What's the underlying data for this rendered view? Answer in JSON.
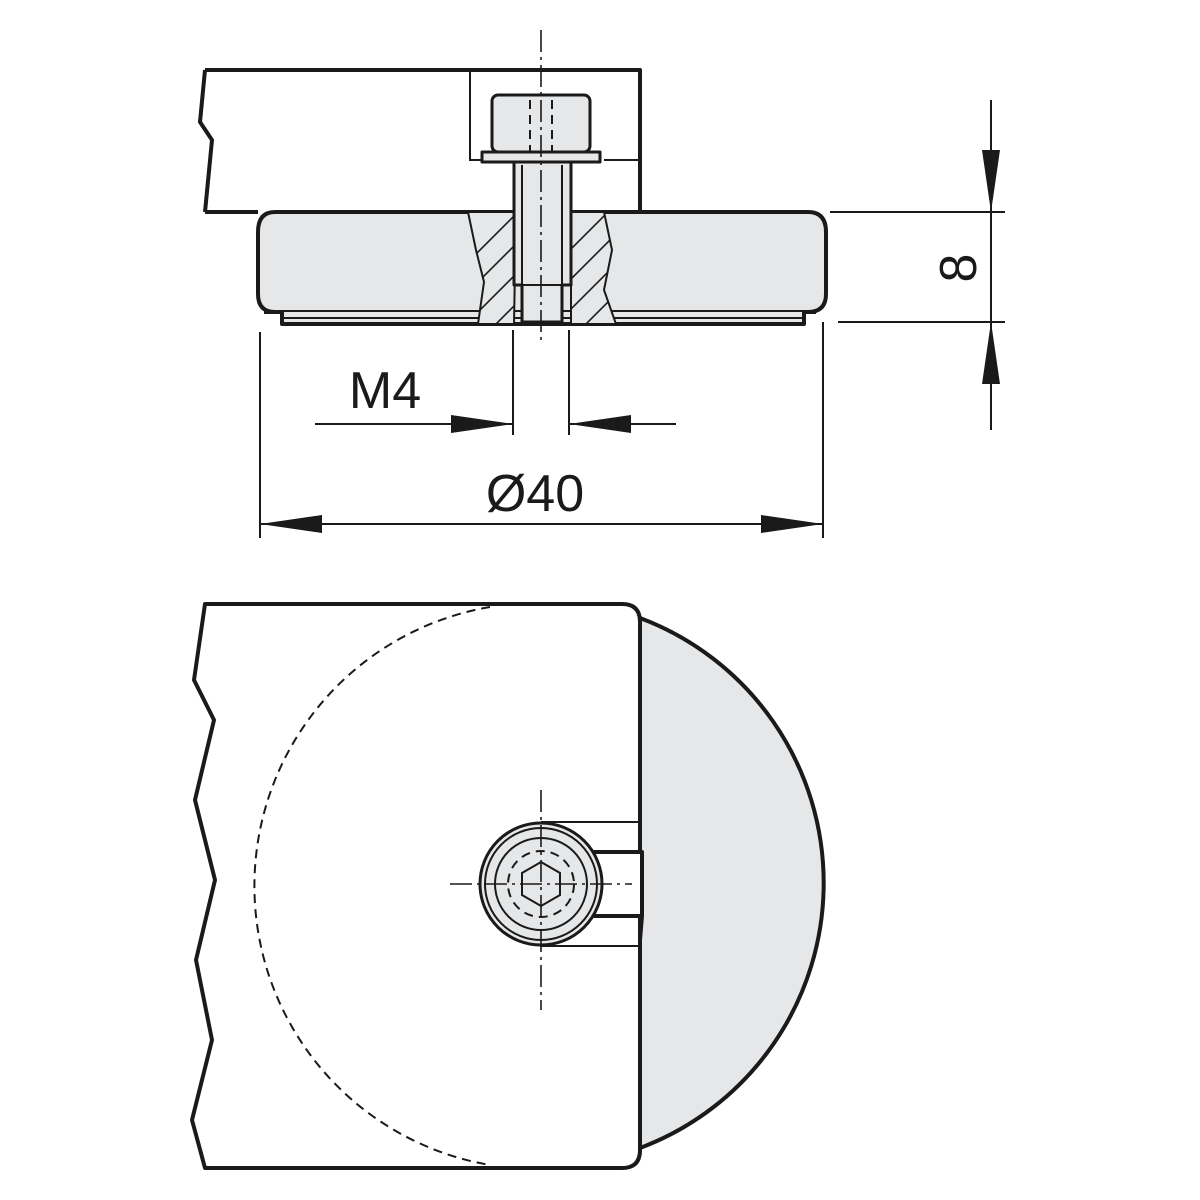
{
  "dimensions": {
    "thread": "M4",
    "diameter": "Ø40",
    "height": "8"
  },
  "colors": {
    "line": "#1a1a1a",
    "part_fill": "#e6e7e8",
    "background": "#ffffff"
  }
}
